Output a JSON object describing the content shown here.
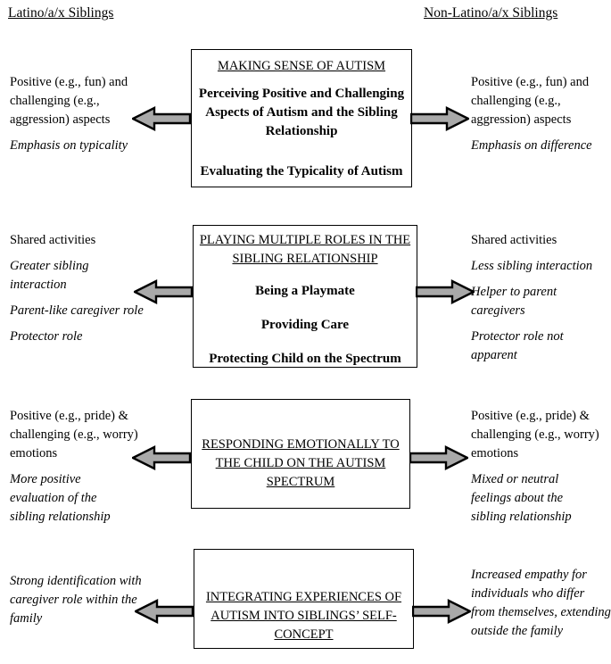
{
  "headers": {
    "left": "Latino/a/x Siblings",
    "right": "Non-Latino/a/x Siblings"
  },
  "sections": [
    {
      "left": {
        "plain": "Positive (e.g., fun) and challenging (e.g., aggression) aspects",
        "italic_notes": [
          "Emphasis on typicality"
        ]
      },
      "box": {
        "title": "MAKING SENSE OF AUTISM",
        "subthemes": [
          "Perceiving Positive and Challenging Aspects of Autism and the Sibling Relationship",
          "Evaluating the Typicality of Autism"
        ]
      },
      "right": {
        "plain": "Positive (e.g., fun) and challenging (e.g., aggression) aspects",
        "italic_notes": [
          "Emphasis on difference"
        ]
      }
    },
    {
      "left": {
        "plain": "Shared activities",
        "italic_notes": [
          "Greater sibling interaction",
          "Parent-like caregiver role",
          "Protector role"
        ]
      },
      "box": {
        "title": "PLAYING MULTIPLE ROLES IN THE SIBLING RELATIONSHIP",
        "subthemes": [
          "Being a Playmate",
          "Providing Care",
          "Protecting Child on the Spectrum"
        ]
      },
      "right": {
        "plain": "Shared activities",
        "italic_notes": [
          "Less sibling interaction",
          "Helper to parent caregivers",
          "Protector role not apparent"
        ]
      }
    },
    {
      "left": {
        "plain": "Positive (e.g., pride) & challenging (e.g., worry) emotions",
        "italic_notes": [
          "More positive evaluation of the sibling relationship"
        ]
      },
      "box": {
        "title": "RESPONDING EMOTIONALLY TO THE CHILD ON THE AUTISM SPECTRUM",
        "subthemes": []
      },
      "right": {
        "plain": "Positive (e.g., pride) & challenging (e.g., worry) emotions",
        "italic_notes": [
          "Mixed or neutral feelings about the sibling relationship"
        ]
      }
    },
    {
      "left": {
        "plain": "",
        "italic_notes": [
          "Strong identification with caregiver role within the family"
        ]
      },
      "box": {
        "title": "INTEGRATING EXPERIENCES OF AUTISM INTO SIBLINGS’ SELF-CONCEPT",
        "subthemes": []
      },
      "right": {
        "plain": "",
        "italic_notes": [
          "Increased empathy for individuals who differ from themselves, extending outside the family"
        ]
      }
    }
  ],
  "colors": {
    "arrow_fill": "#a9a9a9",
    "arrow_stroke": "#000000",
    "box_border": "#000000"
  }
}
